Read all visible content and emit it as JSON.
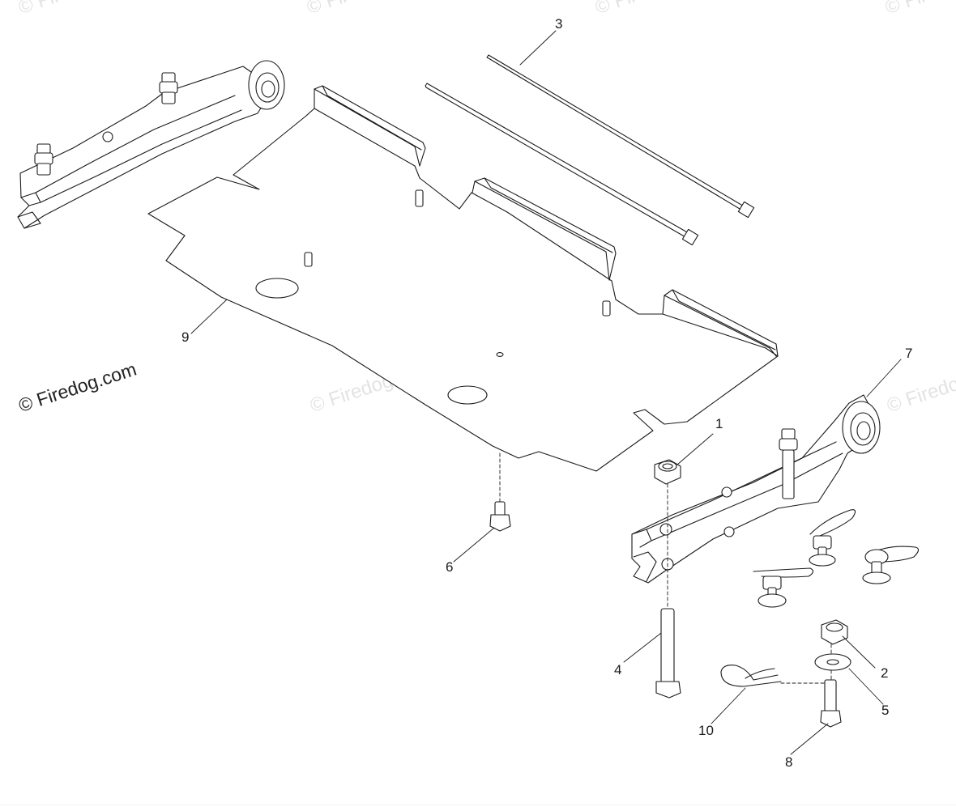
{
  "watermark": {
    "text": "© Firedog.com",
    "faint_text": "© Firedog.com"
  },
  "callouts": [
    "1",
    "2",
    "3",
    "4",
    "5",
    "6",
    "7",
    "8",
    "9",
    "10"
  ]
}
